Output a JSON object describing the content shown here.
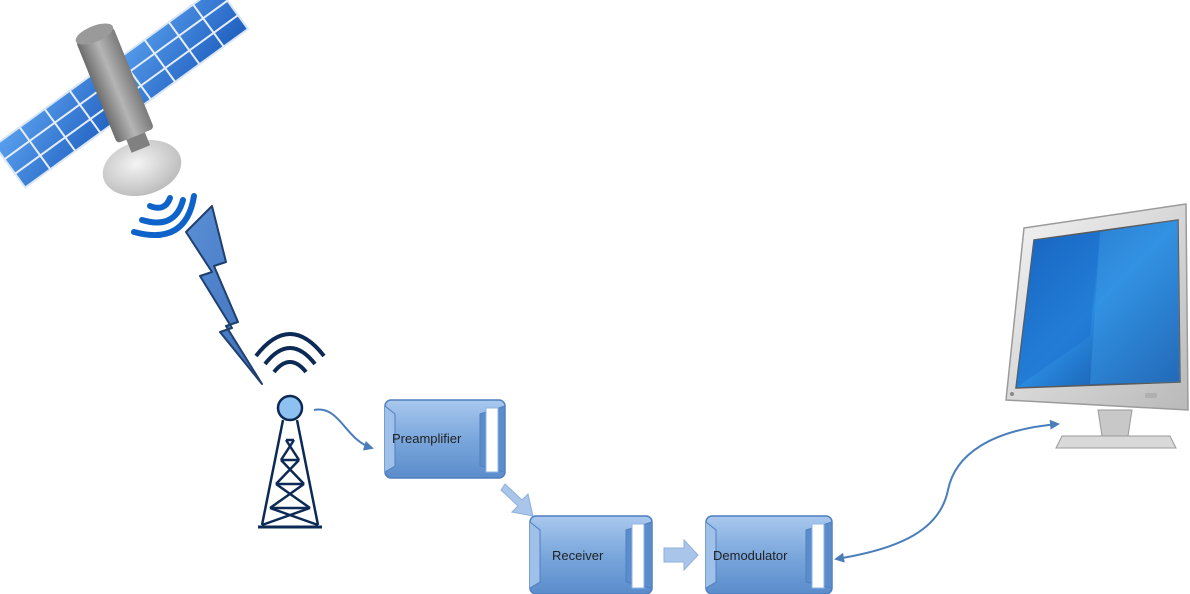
{
  "blocks": {
    "preamplifier": "Preamplifier",
    "receiver": "Receiver",
    "demodulator": "Demodulator"
  },
  "icons": {
    "satellite": "satellite-icon",
    "lightning": "lightning-bolt-icon",
    "tower": "antenna-tower-icon",
    "monitor": "monitor-icon"
  },
  "colors": {
    "block_fill": "#6f9fd8",
    "block_light": "#c9ddf3",
    "arrow": "#4a7ebb",
    "panel_blue": "#3a7fd8",
    "screen_blue": "#1a6fc9"
  }
}
